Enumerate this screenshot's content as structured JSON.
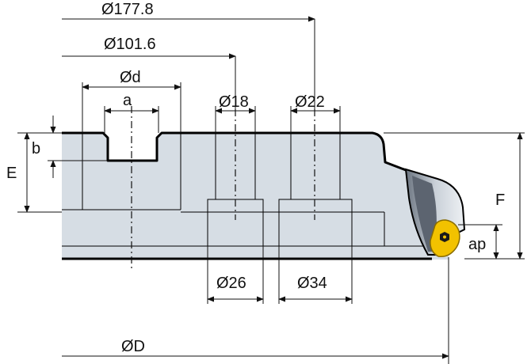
{
  "dimensions": {
    "d_outer": "Ø177.8",
    "d_pitch": "Ø101.6",
    "d_bore": "Ød",
    "a": "a",
    "d_hole_small": "Ø18",
    "d_hole_large": "Ø22",
    "d_cbore_small": "Ø26",
    "d_cbore_large": "Ø34",
    "d_cut": "ØD",
    "b": "b",
    "E": "E",
    "F": "F",
    "ap": "ap"
  },
  "colors": {
    "body": "#d6dde4",
    "insert": "#f2c200",
    "line": "#000000"
  }
}
